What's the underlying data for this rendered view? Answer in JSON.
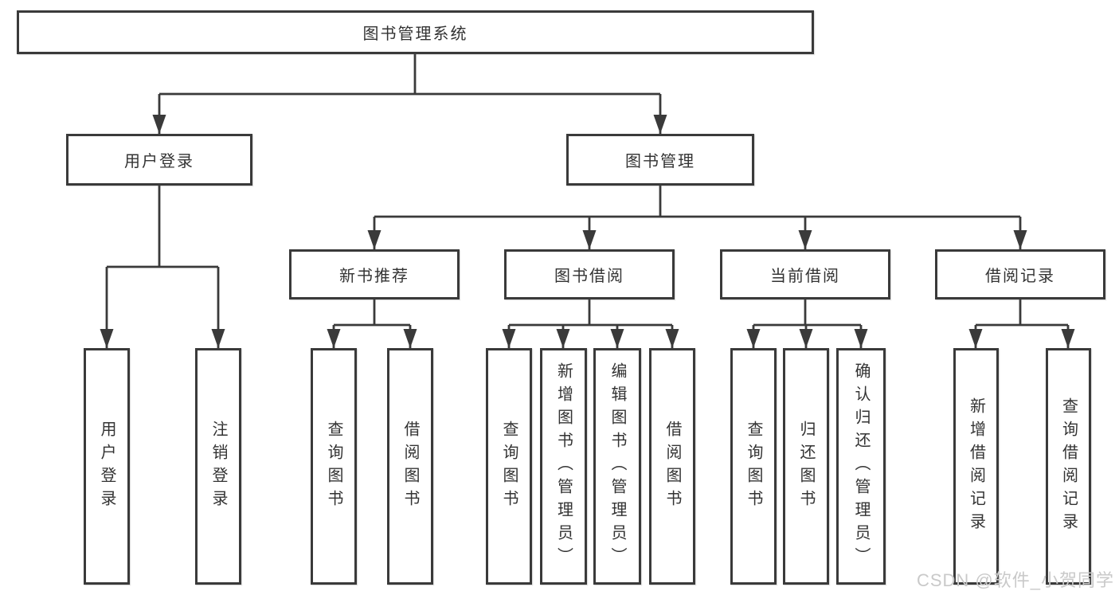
{
  "diagram": {
    "type": "hierarchy",
    "colors": {
      "line": "#3a3a3a",
      "box_border": "#3a3a3a",
      "text": "#333333",
      "background": "#ffffff",
      "watermark": "#c9c9c9"
    }
  },
  "tree": {
    "label": "图书管理系统",
    "children": [
      {
        "label": "用户登录",
        "children": [
          {
            "label": "用户登录"
          },
          {
            "label": "注销登录"
          }
        ]
      },
      {
        "label": "图书管理",
        "children": [
          {
            "label": "新书推荐",
            "children": [
              {
                "label": "查询图书"
              },
              {
                "label": "借阅图书"
              }
            ]
          },
          {
            "label": "图书借阅",
            "children": [
              {
                "label": "查询图书"
              },
              {
                "label": "新增图书（管理员）"
              },
              {
                "label": "编辑图书（管理员）"
              },
              {
                "label": "借阅图书"
              }
            ]
          },
          {
            "label": "当前借阅",
            "children": [
              {
                "label": "查询图书"
              },
              {
                "label": "归还图书"
              },
              {
                "label": "确认归还（管理员）"
              }
            ]
          },
          {
            "label": "借阅记录",
            "children": [
              {
                "label": "新增借阅记录"
              },
              {
                "label": "查询借阅记录"
              }
            ]
          }
        ]
      }
    ]
  },
  "watermark": {
    "text": "CSDN @软件_小贺同学"
  }
}
